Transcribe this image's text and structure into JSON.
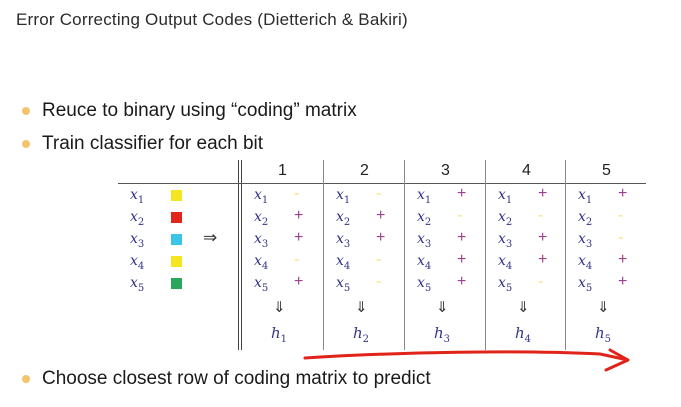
{
  "title": "Error Correcting Output Codes (Dietterich & Bakiri)",
  "bullets": [
    "Reuce to binary using “coding” matrix",
    "Train classifier for each bit",
    "Choose closest row of coding matrix to predict"
  ],
  "columns": [
    "1",
    "2",
    "3",
    "4",
    "5"
  ],
  "rows": [
    {
      "x": "x",
      "sub": "1",
      "color": "#f5e51f"
    },
    {
      "x": "x",
      "sub": "2",
      "color": "#e3261b"
    },
    {
      "x": "x",
      "sub": "3",
      "color": "#3cc3e8"
    },
    {
      "x": "x",
      "sub": "4",
      "color": "#f5e51f"
    },
    {
      "x": "x",
      "sub": "5",
      "color": "#2aa55c"
    }
  ],
  "coding_matrix": [
    [
      "-",
      "-",
      "+",
      "+",
      "+"
    ],
    [
      "+",
      "+",
      "-",
      "-",
      "-"
    ],
    [
      "+",
      "+",
      "+",
      "+",
      "-"
    ],
    [
      "-",
      "-",
      "+",
      "+",
      "+"
    ],
    [
      "+",
      "-",
      "+",
      "-",
      "+"
    ]
  ],
  "implies_symbol": "⇒",
  "down_arrow": "⇓",
  "hypotheses": [
    {
      "h": "h",
      "sub": "1"
    },
    {
      "h": "h",
      "sub": "2"
    },
    {
      "h": "h",
      "sub": "3"
    },
    {
      "h": "h",
      "sub": "4"
    },
    {
      "h": "h",
      "sub": "5"
    }
  ],
  "annotation_color": "#e0241a"
}
